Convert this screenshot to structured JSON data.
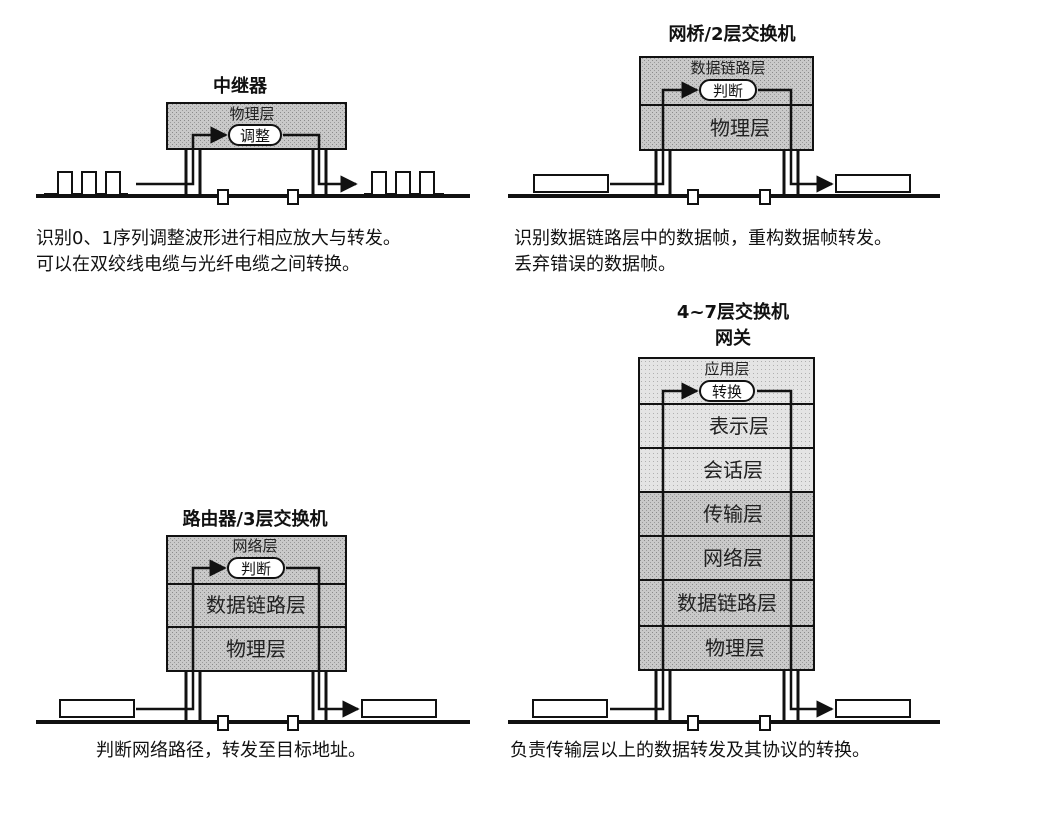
{
  "repeater": {
    "title": "中继器",
    "layer": "物理层",
    "op": "调整",
    "caption_line1": "识别0、1序列调整波形进行相应放大与转发。",
    "caption_line2": "可以在双绞线电缆与光纤电缆之间转换。"
  },
  "bridge": {
    "title": "网桥/2层交换机",
    "layers": [
      "数据链路层",
      "物理层"
    ],
    "op": "判断",
    "caption_line1": "识别数据链路层中的数据帧，重构数据帧转发。",
    "caption_line2": "丢弃错误的数据帧。"
  },
  "router": {
    "title": "路由器/3层交换机",
    "layers": [
      "网络层",
      "数据链路层",
      "物理层"
    ],
    "op": "判断",
    "caption": "判断网络路径，转发至目标地址。"
  },
  "gateway": {
    "title_line1": "4~7层交换机",
    "title_line2": "网关",
    "layers": [
      "应用层",
      "表示层",
      "会话层",
      "传输层",
      "网络层",
      "数据链路层",
      "物理层"
    ],
    "op": "转换",
    "caption": "负责传输层以上的数据转发及其协议的转换。"
  }
}
